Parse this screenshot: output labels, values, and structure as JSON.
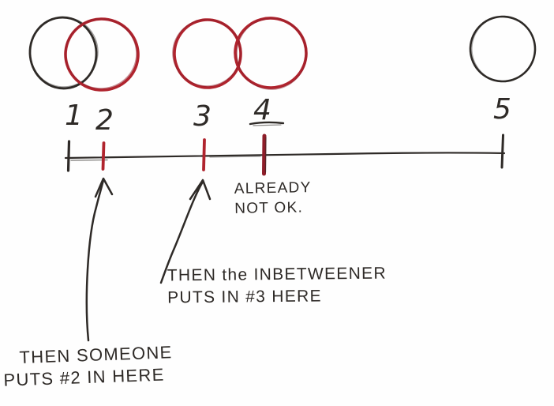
{
  "colors": {
    "ink": "#2e2a27",
    "red": "#b0242e",
    "dark_red": "#8e1d29",
    "paper": "#fefefe"
  },
  "circle_row": {
    "circles": [
      {
        "id": "circle-1",
        "color_key": "ink"
      },
      {
        "id": "circle-2",
        "color_key": "red"
      },
      {
        "id": "circle-3",
        "color_key": "red"
      },
      {
        "id": "circle-4",
        "color_key": "red"
      },
      {
        "id": "circle-5",
        "color_key": "ink"
      }
    ]
  },
  "number_line": {
    "labels": [
      "1",
      "2",
      "3",
      "4",
      "5"
    ],
    "underlined_label": "4",
    "tick_colors": [
      "ink",
      "red",
      "red",
      "dark_red",
      "ink"
    ]
  },
  "annotations": {
    "already_not_ok": {
      "line1": "ALREADY",
      "line2": "NOT OK."
    },
    "inbetweener": {
      "line1": "THEN the INBETWEENER",
      "line2": "PUTS IN #3 HERE"
    },
    "someone": {
      "line1": "THEN SOMEONE",
      "line2": "PUTS #2 IN HERE"
    }
  }
}
